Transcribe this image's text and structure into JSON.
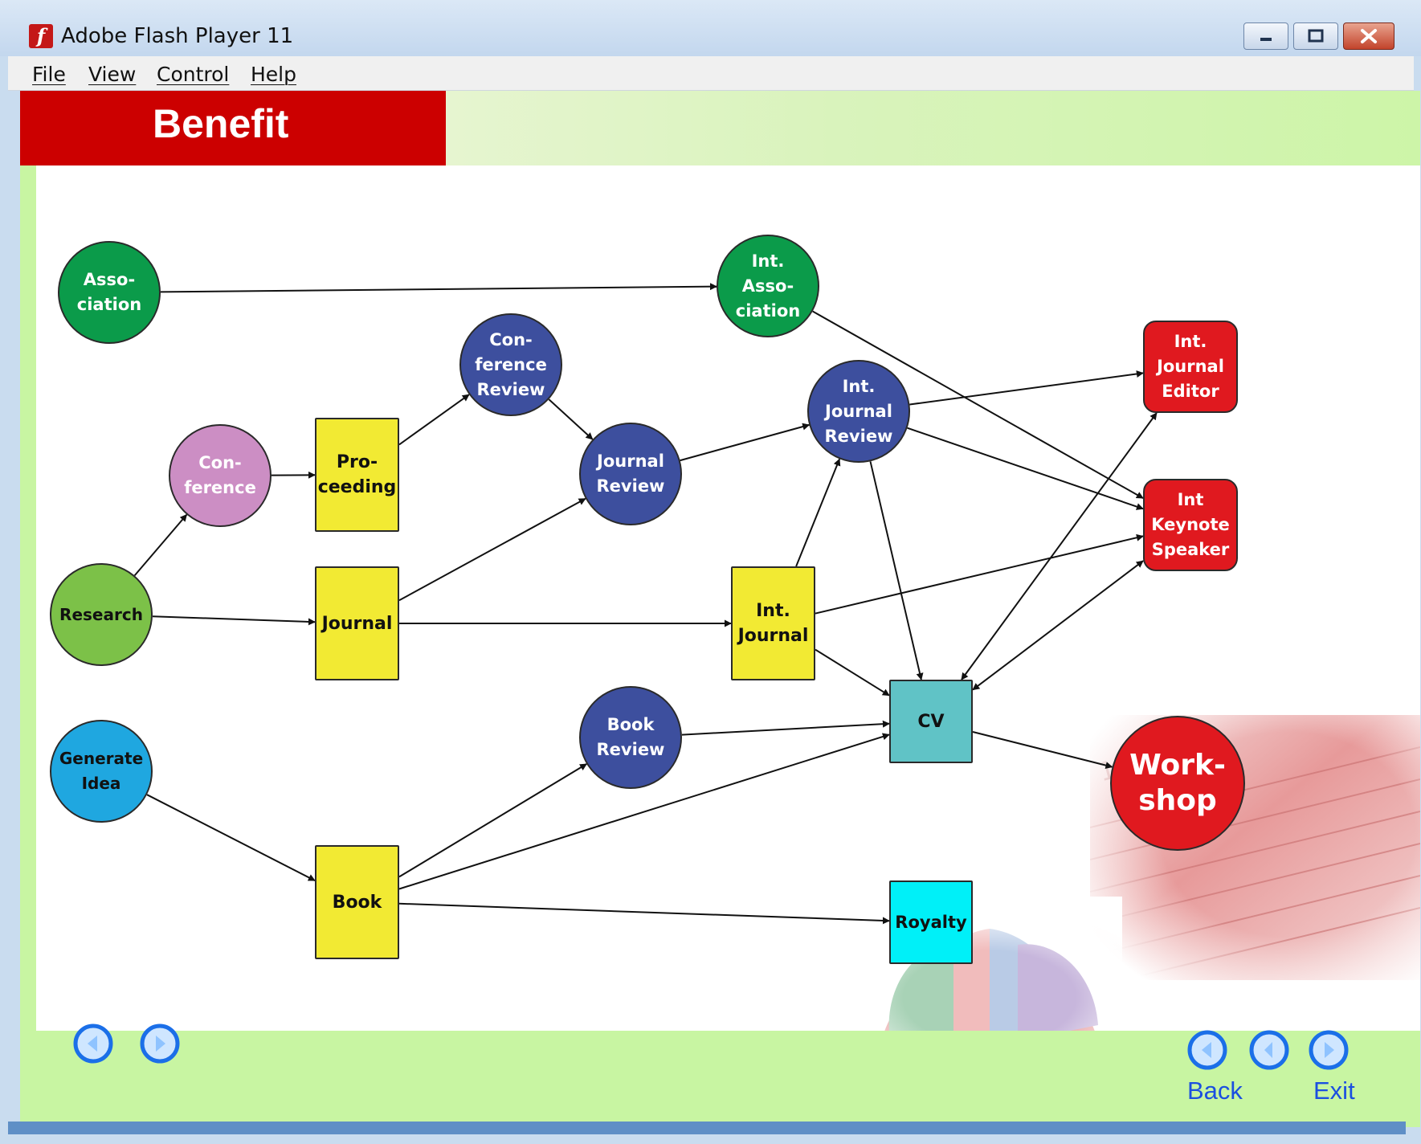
{
  "window": {
    "title": "Adobe Flash Player 11",
    "app_icon_glyph": "f",
    "controls": [
      "minimize-icon",
      "maximize-icon",
      "close-icon"
    ]
  },
  "menu": {
    "items": [
      "File",
      "View",
      "Control",
      "Help"
    ]
  },
  "slide": {
    "title": "Benefit",
    "banner_color": "#cc0000",
    "footer_color": "#c8f5a2"
  },
  "diagram": {
    "nodes": [
      {
        "id": "association",
        "label": "Asso-\nciation",
        "shape": "circle",
        "color": "#0b9b4a"
      },
      {
        "id": "int-association",
        "label": "Int.\nAsso-\nciation",
        "shape": "circle",
        "color": "#0b9b4a"
      },
      {
        "id": "conference-review",
        "label": "Con-\nference\nReview",
        "shape": "circle",
        "color": "#3d4f9e"
      },
      {
        "id": "conference",
        "label": "Con-\nference",
        "shape": "circle",
        "color": "#cc8ec4"
      },
      {
        "id": "proceeding",
        "label": "Pro-\nceeding",
        "shape": "rect",
        "color": "#f2ea33"
      },
      {
        "id": "journal-review",
        "label": "Journal\nReview",
        "shape": "circle",
        "color": "#3d4f9e"
      },
      {
        "id": "int-journal-review",
        "label": "Int.\nJournal\nReview",
        "shape": "circle",
        "color": "#3d4f9e"
      },
      {
        "id": "int-journal-editor",
        "label": "Int.\nJournal\nEditor",
        "shape": "rounded-rect",
        "color": "#e0191f"
      },
      {
        "id": "int-keynote-speaker",
        "label": "Int\nKeynote\nSpeaker",
        "shape": "rounded-rect",
        "color": "#e0191f"
      },
      {
        "id": "research",
        "label": "Research",
        "shape": "circle",
        "color": "#7cc148"
      },
      {
        "id": "journal",
        "label": "Journal",
        "shape": "rect",
        "color": "#f2ea33"
      },
      {
        "id": "int-journal",
        "label": "Int.\nJournal",
        "shape": "rect",
        "color": "#f2ea33"
      },
      {
        "id": "cv",
        "label": "CV",
        "shape": "rect",
        "color": "#60c3c6"
      },
      {
        "id": "generate-idea",
        "label": "Generate\nIdea",
        "shape": "circle",
        "color": "#1fa7e0"
      },
      {
        "id": "book-review",
        "label": "Book\nReview",
        "shape": "circle",
        "color": "#3d4f9e"
      },
      {
        "id": "book",
        "label": "Book",
        "shape": "rect",
        "color": "#f2ea33"
      },
      {
        "id": "royalty",
        "label": "Royalty",
        "shape": "rect",
        "color": "#00f0f8"
      },
      {
        "id": "workshop",
        "label": "Work-\nshop",
        "shape": "circle",
        "color": "#e0191f"
      }
    ],
    "edges": [
      {
        "from": "association",
        "to": "int-association"
      },
      {
        "from": "int-association",
        "to": "int-keynote-speaker"
      },
      {
        "from": "research",
        "to": "conference"
      },
      {
        "from": "conference",
        "to": "proceeding"
      },
      {
        "from": "proceeding",
        "to": "conference-review"
      },
      {
        "from": "conference-review",
        "to": "journal-review"
      },
      {
        "from": "research",
        "to": "journal"
      },
      {
        "from": "journal",
        "to": "journal-review"
      },
      {
        "from": "journal",
        "to": "int-journal"
      },
      {
        "from": "journal-review",
        "to": "int-journal-review"
      },
      {
        "from": "int-journal",
        "to": "int-journal-review"
      },
      {
        "from": "int-journal-review",
        "to": "int-journal-editor"
      },
      {
        "from": "int-journal-review",
        "to": "int-keynote-speaker"
      },
      {
        "from": "int-journal-review",
        "to": "cv"
      },
      {
        "from": "int-journal",
        "to": "int-keynote-speaker"
      },
      {
        "from": "int-journal",
        "to": "cv"
      },
      {
        "from": "cv",
        "to": "int-journal-editor",
        "bidirectional": true
      },
      {
        "from": "cv",
        "to": "int-keynote-speaker",
        "bidirectional": true
      },
      {
        "from": "generate-idea",
        "to": "book"
      },
      {
        "from": "book",
        "to": "book-review"
      },
      {
        "from": "book-review",
        "to": "cv"
      },
      {
        "from": "book",
        "to": "cv"
      },
      {
        "from": "book",
        "to": "royalty"
      },
      {
        "from": "cv",
        "to": "workshop"
      }
    ]
  },
  "navigation": {
    "left_buttons": [
      "previous-icon",
      "next-icon"
    ],
    "right_buttons": [
      "previous-icon",
      "home-icon",
      "next-icon"
    ],
    "back_label": "Back",
    "exit_label": "Exit",
    "accent": "#1b6fe8"
  }
}
